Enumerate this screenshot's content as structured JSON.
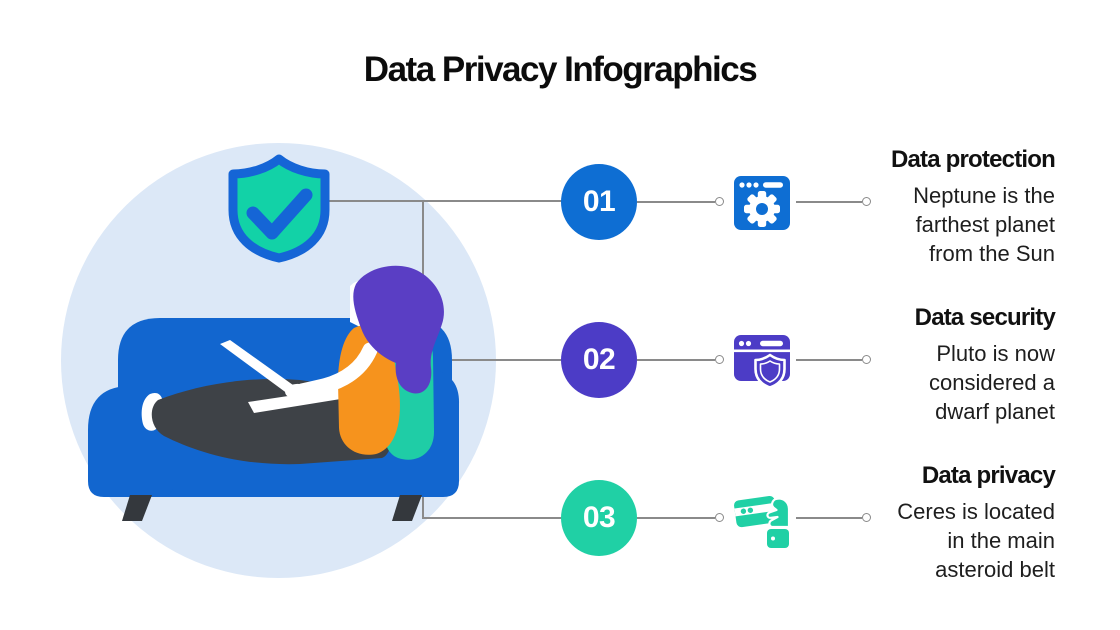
{
  "title": "Data Privacy Infographics",
  "colors": {
    "background": "#ffffff",
    "illustration_circle": "#dce8f7",
    "connector_line": "#8a8a8a",
    "couch_blue": "#1266cf",
    "shield_teal": "#12d2a7",
    "shield_border_blue": "#1565d6",
    "hair_purple": "#5a3ec4",
    "vest_orange": "#f6931d",
    "pillow_teal": "#1fcda6",
    "pants_gray": "#3e4247",
    "text_dark": "#1e1e1e"
  },
  "illustration": {
    "shield_icon": "shield-check-icon",
    "scene": "person-on-couch-with-laptop"
  },
  "items": [
    {
      "number": "01",
      "accent": "#0e6ed3",
      "icon": "browser-gear-icon",
      "heading": "Data protection",
      "body_lines": [
        "Neptune is the",
        "farthest planet",
        "from the Sun"
      ]
    },
    {
      "number": "02",
      "accent": "#4c3cc6",
      "icon": "browser-shield-icon",
      "heading": "Data security",
      "body_lines": [
        "Pluto is now",
        "considered a",
        "dwarf planet"
      ]
    },
    {
      "number": "03",
      "accent": "#20d0a5",
      "icon": "mobile-payment-icon",
      "heading": "Data privacy",
      "body_lines": [
        "Ceres is located",
        "in the main",
        "asteroid belt"
      ]
    }
  ]
}
